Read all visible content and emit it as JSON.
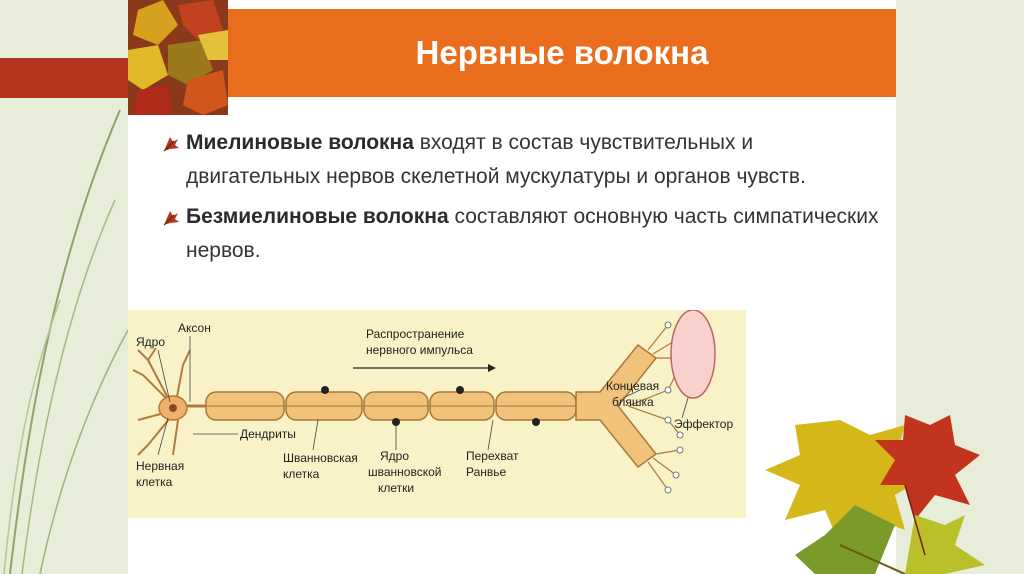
{
  "slide": {
    "title": "Нервные волокна",
    "bullets": [
      {
        "bold": "Миелиновые волокна",
        "text": " входят в состав чувствительных и двигательных нервов скелетной мускулатуры и органов чувств."
      },
      {
        "bold": "Безмиелиновые волокна",
        "text": " составляют основную часть симпатических нервов."
      }
    ]
  },
  "diagram": {
    "labels": {
      "nucleus": "Ядро",
      "axon": "Аксон",
      "propagation_1": "Распространение",
      "propagation_2": "нервного импульса",
      "dendrites": "Дендриты",
      "nerve_cell_1": "Нервная",
      "nerve_cell_2": "клетка",
      "schwann_cell_1": "Шванновская",
      "schwann_cell_2": "клетка",
      "schwann_nucleus_1": "Ядро",
      "schwann_nucleus_2": "шванновской",
      "schwann_nucleus_3": "клетки",
      "ranvier_1": "Перехват",
      "ranvier_2": "Ранвье",
      "end_plate_1": "Концевая",
      "end_plate_2": "бляшка",
      "effector": "Эффектор"
    }
  },
  "colors": {
    "title_bar": "#e96d1d",
    "accent_red": "#b5351f",
    "diagram_bg": "#f8f2c6",
    "myelin": "#f0c27a"
  }
}
